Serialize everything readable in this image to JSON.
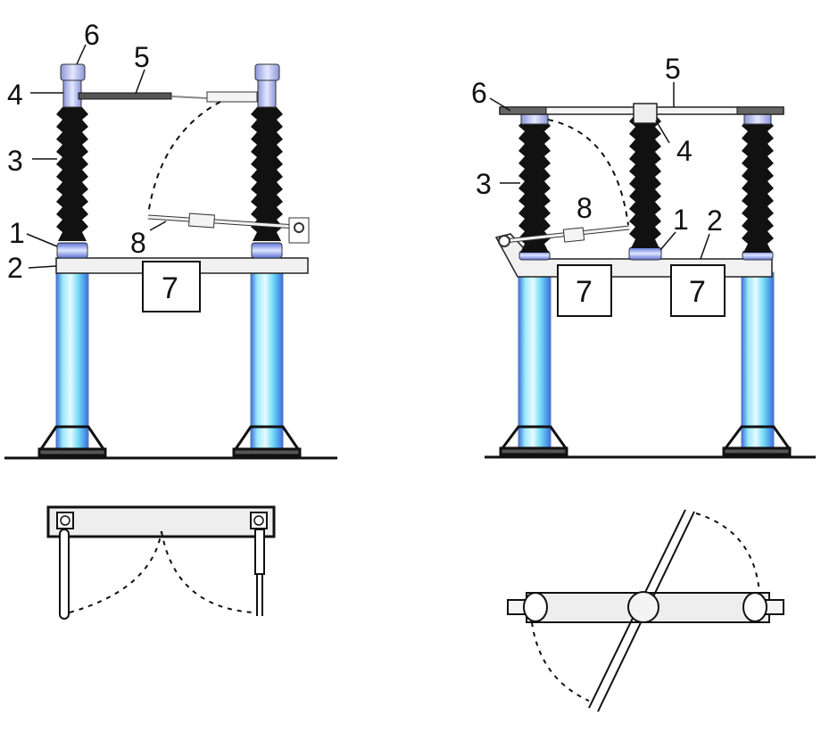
{
  "left_view": {
    "callouts": [
      "1",
      "2",
      "3",
      "4",
      "5",
      "6",
      "8"
    ],
    "boxes": [
      "7"
    ]
  },
  "right_view": {
    "callouts": [
      "1",
      "2",
      "3",
      "4",
      "5",
      "6",
      "8"
    ],
    "boxes": [
      "7",
      "7"
    ]
  },
  "colors": {
    "insulator": "#111111",
    "pillar_light": "#dff8ff",
    "pillar_mid": "#6fd8f5",
    "pillar_blue": "#3a6fe0",
    "cap": "#b8c2f0",
    "rail": "#eeeeee",
    "outline": "#222222"
  }
}
